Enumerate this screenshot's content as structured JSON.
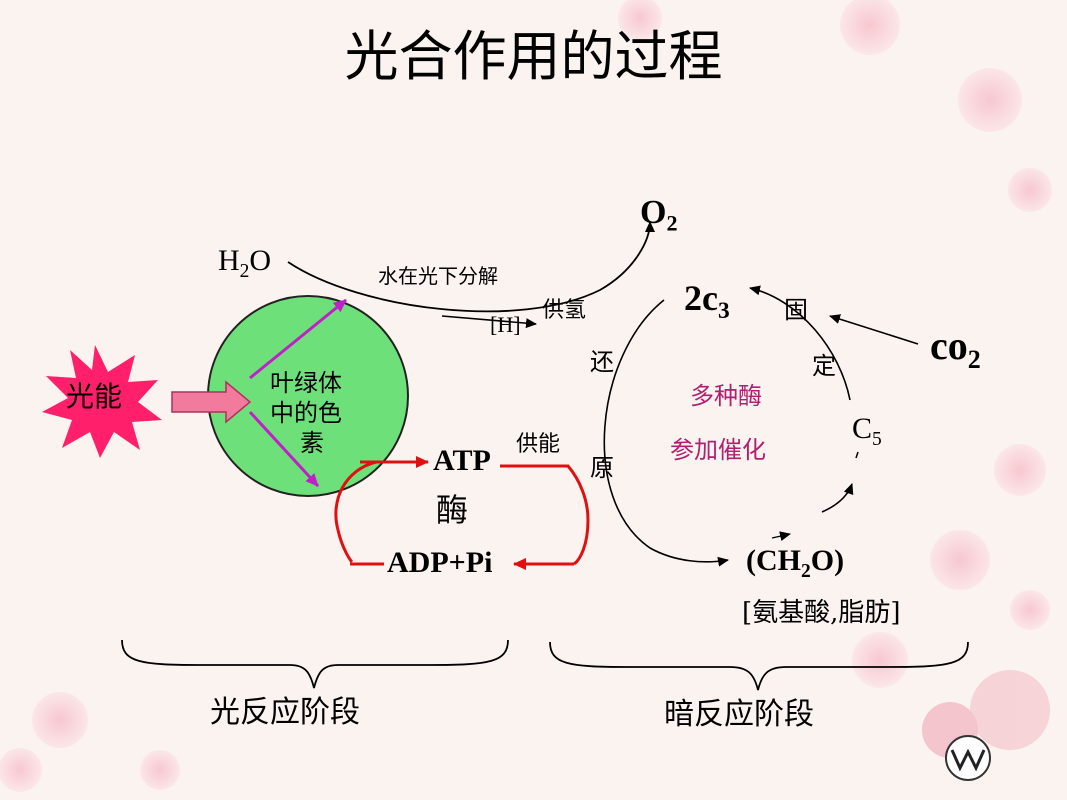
{
  "title": "光合作用的过程",
  "light_stage": {
    "light_energy": "光能",
    "chloroplast": [
      "叶绿体",
      "中的色",
      "素"
    ],
    "water": "H",
    "water_sub": "2",
    "water_tail": "O",
    "photolysis": "水在光下分解",
    "oxygen": "O",
    "oxygen_sub": "2",
    "hydrogen": "[H]",
    "supply_hydrogen": "供氢",
    "atp": "ATP",
    "enzyme": "酶",
    "adp": "ADP+Pi",
    "supply_energy": "供能",
    "label": "光反应阶段"
  },
  "dark_stage": {
    "reduction": [
      "还",
      "原"
    ],
    "c3": "2c",
    "c3_sub": "3",
    "fixation": [
      "固",
      "定"
    ],
    "co2": "co",
    "co2_sub": "2",
    "c5": "C",
    "c5_sub": "5",
    "enzymes": [
      "多种酶",
      "参加催化"
    ],
    "product": "(CH",
    "product_sub": "2",
    "product_tail": "O)",
    "other_products": "[氨基酸,脂肪]",
    "label": "暗反应阶段"
  },
  "colors": {
    "background": "#fbf3f0",
    "chloroplast": "#6ee07a",
    "arrow_magenta": "#c020c8",
    "burst": "#ff1f6b",
    "cycle_red": "#e01010",
    "enzyme_text": "#b0206e"
  }
}
